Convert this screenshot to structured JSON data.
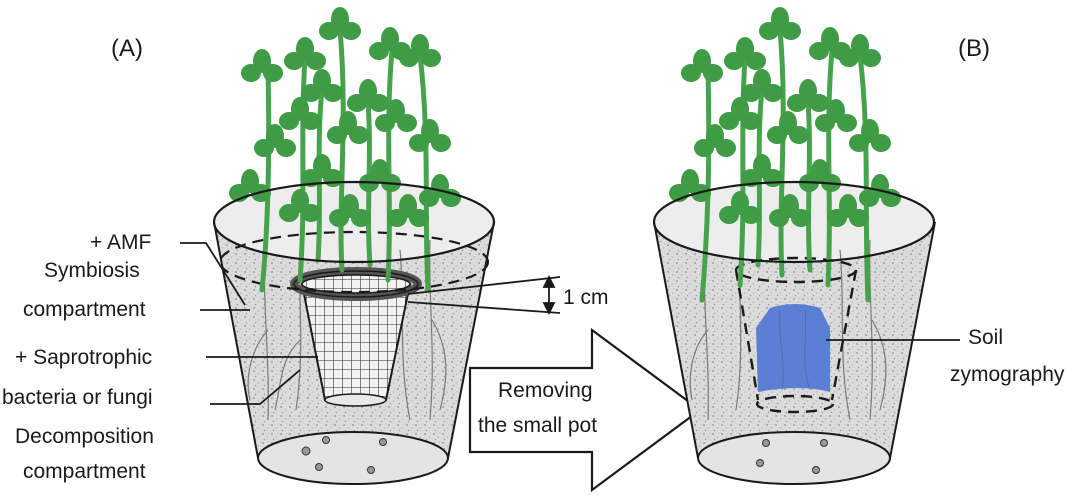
{
  "panels": {
    "a": {
      "letter": "(A)"
    },
    "b": {
      "letter": "(B)"
    }
  },
  "labels": {
    "amf": "+ AMF",
    "symbiosis_line1": "Symbiosis",
    "symbiosis_line2": "compartment",
    "saprotrophic_line1": "+ Saprotrophic",
    "saprotrophic_line2": "bacteria or fungi",
    "decomposition_line1": "Decomposition",
    "decomposition_line2": "compartment",
    "distance": "1 cm",
    "arrow_line1": "Removing",
    "arrow_line2": "the small pot",
    "zymography_line1": "Soil",
    "zymography_line2": "zymography"
  },
  "colors": {
    "leaf": "#3f9b45",
    "leaf_dark": "#2f7d36",
    "stem": "#45a44b",
    "soil": "#d9d9d9",
    "outline": "#1a1a1a",
    "zymography": "#5b7fd3"
  }
}
